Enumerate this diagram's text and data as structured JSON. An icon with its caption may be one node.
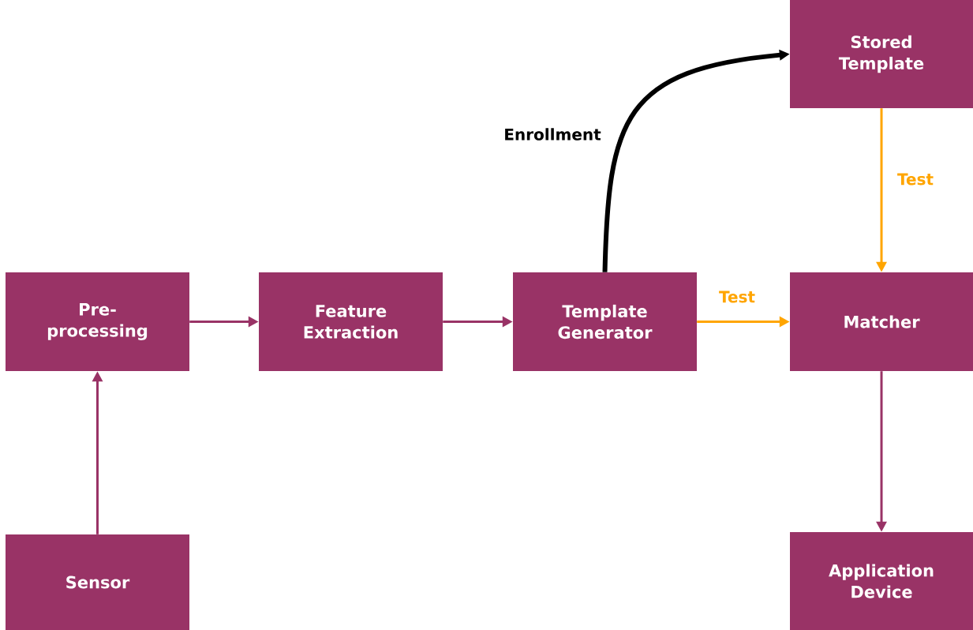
{
  "diagram": {
    "nodes": [
      {
        "text": [
          "Pre- processing"
        ]
      },
      {
        "text": [
          "Feature Extraction"
        ]
      },
      {
        "text": [
          "Template Generator"
        ]
      },
      {
        "text": [
          "Stored Template"
        ]
      },
      {
        "text": [
          "Matcher"
        ]
      },
      {
        "text": [
          "Sensor"
        ]
      },
      {
        "text": [
          "Application Device"
        ]
      }
    ],
    "edges": [
      {
        "from": 5,
        "to": 0,
        "arrow": "to"
      },
      {
        "from": 0,
        "to": 1,
        "arrow": "to"
      },
      {
        "from": 1,
        "to": 2,
        "arrow": "to"
      },
      {
        "from": 2,
        "to": 3,
        "arrow": "to",
        "label": "Enrollment",
        "style": "thick",
        "color": "#000000"
      },
      {
        "from": 3,
        "to": 4,
        "arrow": "to",
        "label": "Test",
        "color": "#ffa500"
      },
      {
        "from": 2,
        "to": 4,
        "arrow": "to",
        "label": "Test",
        "color": "#ffa500"
      },
      {
        "from": 4,
        "to": 6,
        "arrow": "to"
      }
    ]
  }
}
